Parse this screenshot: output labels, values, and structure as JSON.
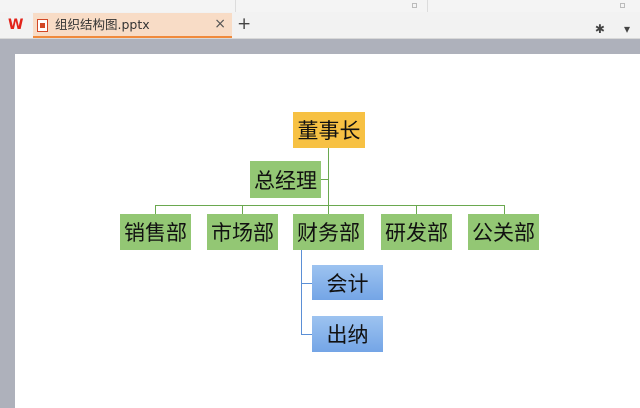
{
  "tab": {
    "filename": "组织结构图.pptx",
    "close_glyph": "×"
  },
  "toolbar": {
    "new_tab_glyph": "+",
    "logo_glyph": "W"
  },
  "colors": {
    "accent_tab": "#f08a3c",
    "box_green": "#93c774",
    "box_gold": "#f7c143",
    "box_blue": "#7aaae8",
    "connector": "#6aa84f"
  },
  "org_chart": {
    "root": "董事长",
    "assistant": "总经理",
    "departments": [
      "销售部",
      "市场部",
      "财务部",
      "研发部",
      "公关部"
    ],
    "finance_children": [
      "会计",
      "出纳"
    ]
  }
}
